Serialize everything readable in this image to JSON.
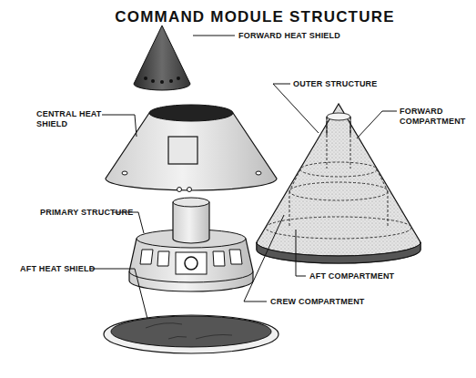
{
  "diagram": {
    "title": "COMMAND MODULE STRUCTURE",
    "labels": [
      "FORWARD HEAT SHIELD",
      "OUTER STRUCTURE",
      "CENTRAL HEAT SHIELD",
      "FORWARD COMPARTMENT",
      "PRIMARY STRUCTURE",
      "AFT COMPARTMENT",
      "CREW COMPARTMENT",
      "AFT HEAT SHIELD"
    ]
  }
}
